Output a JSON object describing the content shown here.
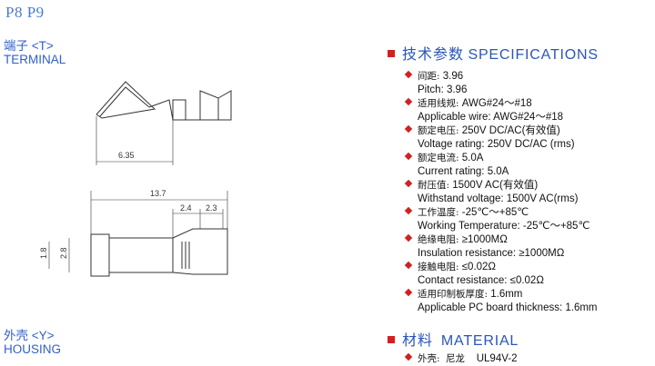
{
  "model": "P8  P9",
  "terminal": {
    "cn": "端子 <T>",
    "en": "TERMINAL"
  },
  "housing": {
    "cn": "外壳 <Y>",
    "en": "HOUSING"
  },
  "dimensions": {
    "top_length": "6.35",
    "total_length": "13.7",
    "seg_a": "2.4",
    "seg_b": "2.3",
    "height_a": "1.8",
    "height_b": "2.8"
  },
  "specifications": {
    "title_cn": "技术参数",
    "title_en": "SPECIFICATIONS",
    "items": [
      {
        "cn_label": "间距:",
        "cn_value": " 3.96",
        "en": "Pitch: 3.96"
      },
      {
        "cn_label": "适用线规:",
        "cn_value": " AWG#24～#18",
        "en": "Applicable wire: AWG#24～#18"
      },
      {
        "cn_label": "额定电压:",
        "cn_value": " 250V DC/AC(有效值)",
        "en": "Voltage rating: 250V DC/AC (rms)"
      },
      {
        "cn_label": "额定电流:",
        "cn_value": " 5.0A",
        "en": "Current rating: 5.0A"
      },
      {
        "cn_label": "耐压值:",
        "cn_value": " 1500V AC(有效值)",
        "en": "Withstand voltage: 1500V AC(rms)"
      },
      {
        "cn_label": "工作温度:",
        "cn_value": " -25℃～+85℃",
        "en": "Working Temperature: -25℃～+85℃"
      },
      {
        "cn_label": "绝缘电阻:",
        "cn_value": " ≥1000MΩ",
        "en": "Insulation resistance: ≥1000MΩ"
      },
      {
        "cn_label": "接触电阻:",
        "cn_value": " ≤0.02Ω",
        "en": "Contact resistance: ≤0.02Ω"
      },
      {
        "cn_label": "适用印制板厚度:",
        "cn_value": " 1.6mm",
        "en": "Applicable PC board thickness: 1.6mm"
      }
    ]
  },
  "material": {
    "title_cn": "材料",
    "title_en": "MATERIAL",
    "items": [
      {
        "label": "外壳:",
        "name": "尼龙",
        "value": "UL94V-2"
      }
    ]
  }
}
